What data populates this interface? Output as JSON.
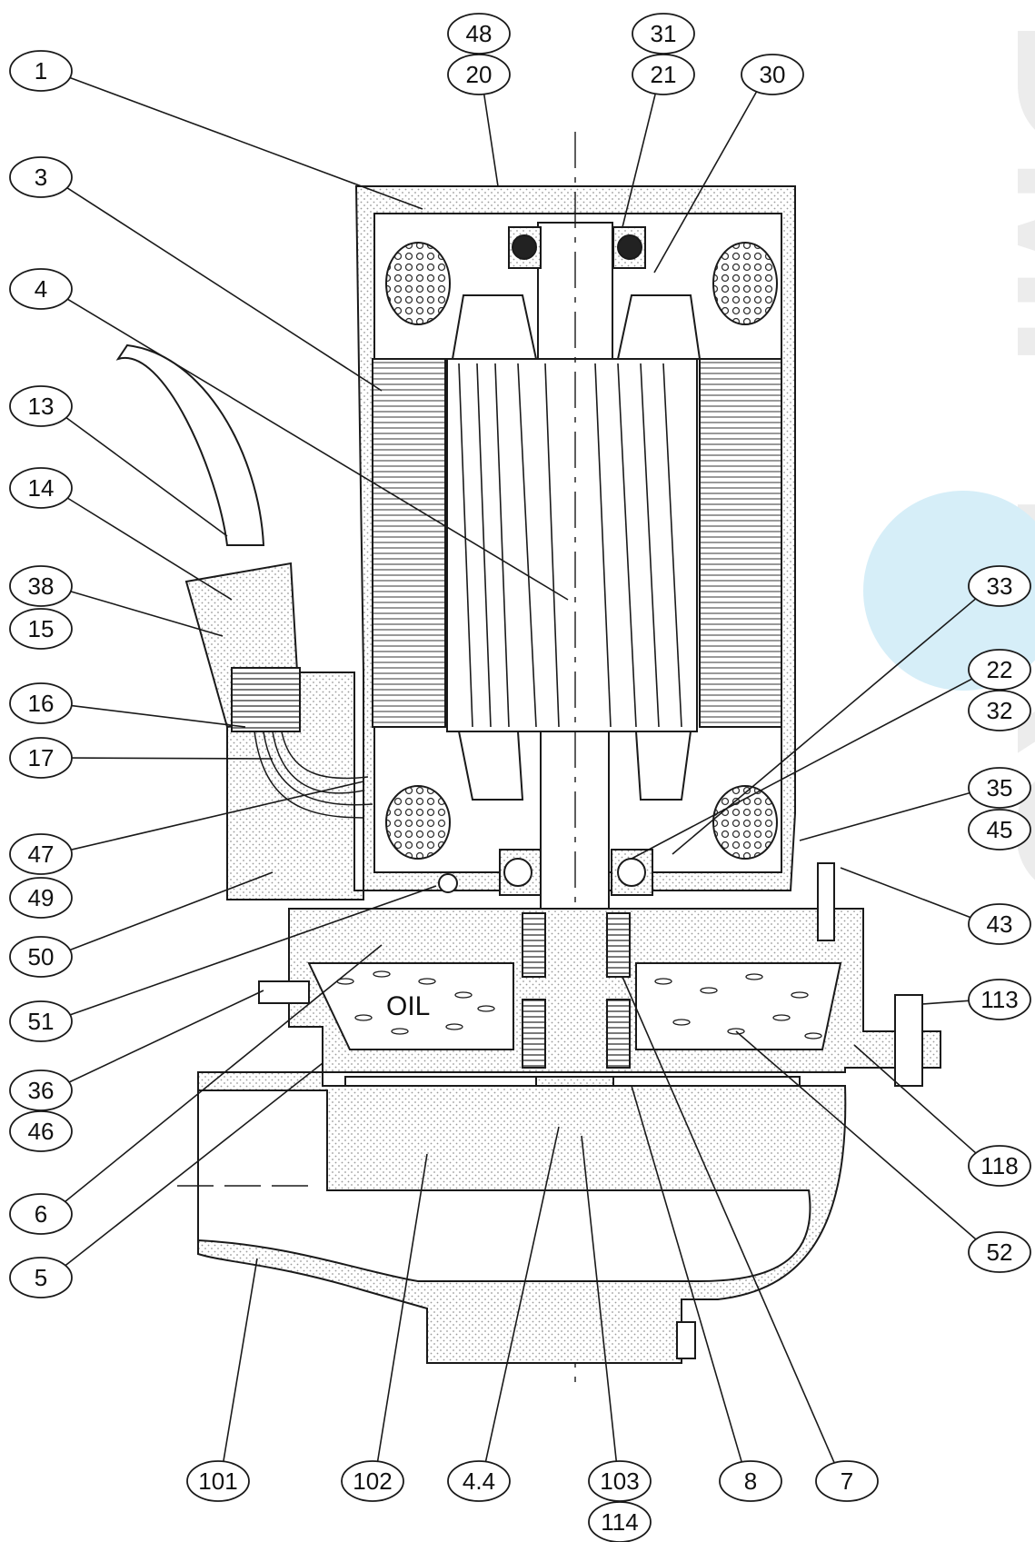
{
  "watermark": {
    "text": "DMP PRO",
    "color": "#e8e8e8",
    "accent_color": "#cfeaf6"
  },
  "diagram": {
    "colors": {
      "line": "#1a1a1a",
      "stipple": "#bdbdbd",
      "winding": "#555555",
      "oil_bubble": "#444444"
    },
    "oil_label": "OIL",
    "callouts": [
      "1",
      "3",
      "4",
      "13",
      "14",
      "38",
      "15",
      "16",
      "17",
      "47",
      "49",
      "50",
      "51",
      "36",
      "46",
      "6",
      "5",
      "48",
      "20",
      "31",
      "21",
      "30",
      "33",
      "22",
      "32",
      "35",
      "45",
      "43",
      "113",
      "118",
      "52",
      "101",
      "102",
      "4.4",
      "103",
      "114",
      "8",
      "7"
    ]
  }
}
